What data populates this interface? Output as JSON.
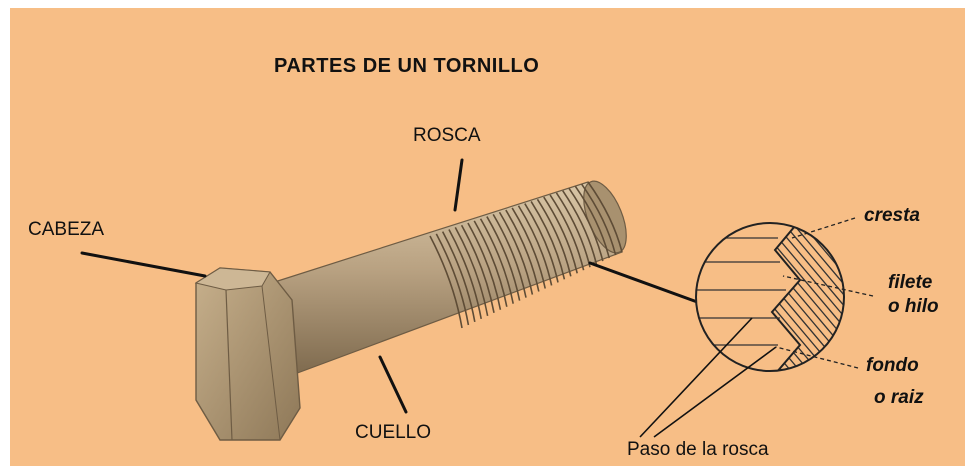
{
  "title": "PARTES DE UN TORNILLO",
  "labels": {
    "rosca": "ROSCA",
    "cabeza": "CABEZA",
    "cuello": "CUELLO",
    "cresta": "cresta",
    "filete_1": "filete",
    "filete_2": "o hilo",
    "fondo_1": "fondo",
    "fondo_2": "o raiz",
    "paso": "Paso de la rosca"
  },
  "colors": {
    "background": "#F7BE86",
    "bolt": "#B9A282",
    "ink": "#111111"
  }
}
